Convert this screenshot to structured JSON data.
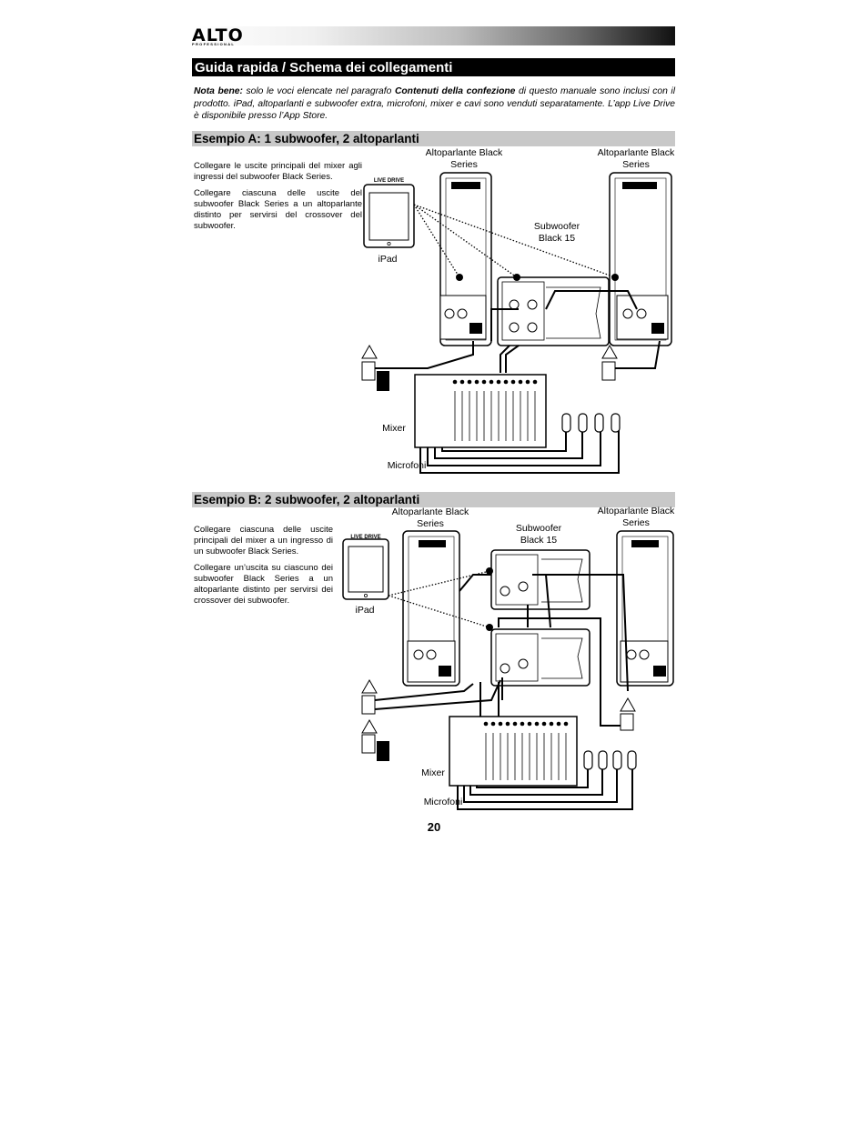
{
  "header": {
    "brand": "ALTO",
    "brand_sub": "PROFESSIONAL"
  },
  "title": "Guida rapida / Schema dei collegamenti",
  "note": {
    "lead": "Nota bene:",
    "text1": " solo le voci elencate nel paragrafo ",
    "bold": "Contenuti della confezione",
    "text2": " di questo manuale sono inclusi con il prodotto. iPad, altoparlanti e subwoofer extra, microfoni, mixer e cavi sono venduti separatamente. L’app Live Drive è disponibile presso l’App Store."
  },
  "example_a": {
    "title": "Esempio A: 1 subwoofer, 2 altoparlanti",
    "para1": "Collegare le uscite principali del mixer agli ingressi del subwoofer Black Series.",
    "para2": "Collegare ciascuna delle uscite del subwoofer Black Series a un altoparlante distinto per servirsi del crossover del subwoofer.",
    "label_speaker_left": "Altoparlante Black Series",
    "label_speaker_right": "Altoparlante Black Series",
    "label_subwoofer": "Subwoofer Black 15",
    "label_ipad": "iPad",
    "label_mixer": "Mixer",
    "label_mics": "Microfoni",
    "ipad_screen_text": "LIVE DRIVE"
  },
  "example_b": {
    "title": "Esempio B: 2 subwoofer, 2 altoparlanti",
    "para1": "Collegare ciascuna delle uscite principali del mixer a un ingresso di un subwoofer Black Series.",
    "para2": "Collegare un’uscita su ciascuno dei subwoofer Black Series a un altoparlante distinto per servirsi dei crossover dei subwoofer.",
    "label_speaker_left": "Altoparlante Black Series",
    "label_speaker_right": "Altoparlante Black Series",
    "label_subwoofer": "Subwoofer Black 15",
    "label_ipad": "iPad",
    "label_mixer": "Mixer",
    "label_mics": "Microfoni",
    "ipad_screen_text": "LIVE DRIVE"
  },
  "page_number": "20"
}
